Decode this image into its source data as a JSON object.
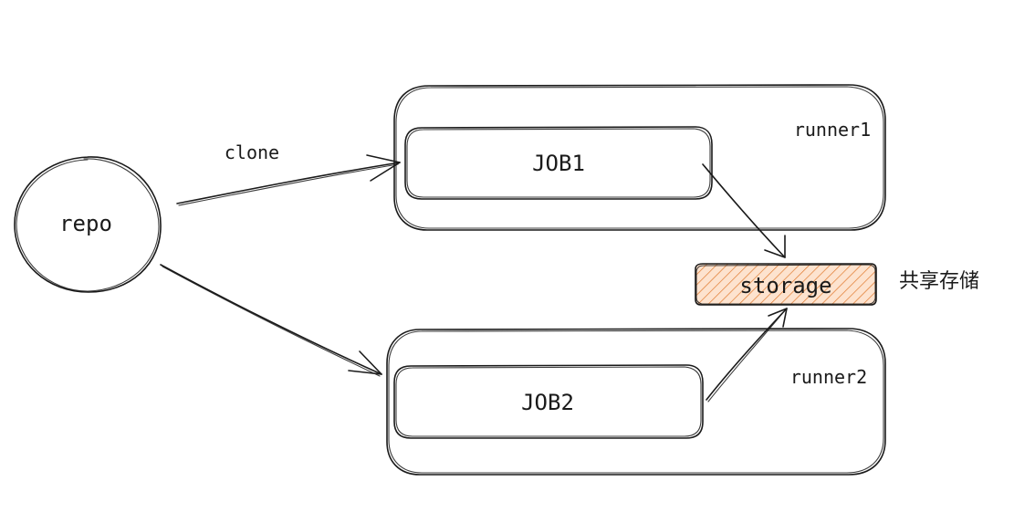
{
  "diagram": {
    "nodes": {
      "repo": {
        "label": "repo"
      },
      "runner1": {
        "label": "runner1"
      },
      "runner2": {
        "label": "runner2"
      },
      "job1": {
        "label": "JOB1"
      },
      "job2": {
        "label": "JOB2"
      },
      "storage": {
        "label": "storage",
        "fill": "#f3c09a",
        "hatch": "#e07a2e"
      }
    },
    "edges": {
      "clone": {
        "label": "clone"
      }
    },
    "annotation": "共享存储"
  }
}
